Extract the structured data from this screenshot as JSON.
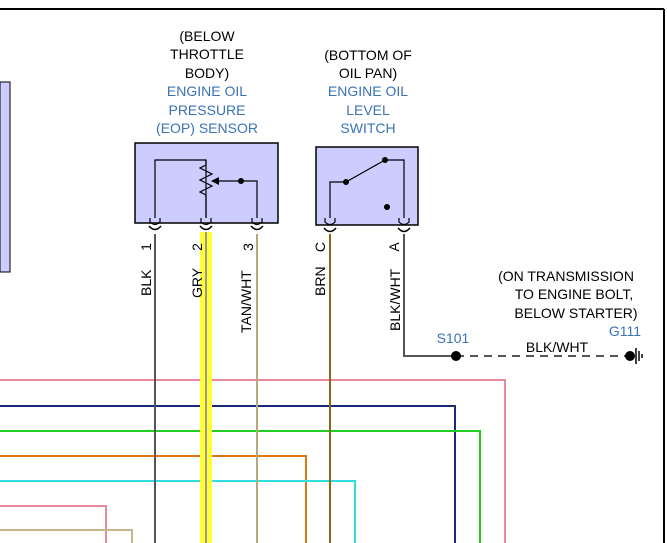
{
  "eop_sensor": {
    "location": [
      "(BELOW",
      "THROTTLE",
      "BODY)"
    ],
    "name": [
      "ENGINE OIL",
      "PRESSURE",
      "(EOP) SENSOR"
    ],
    "pins": [
      "1",
      "2",
      "3"
    ],
    "wires": [
      "BLK",
      "GRY",
      "TAN/WHT"
    ]
  },
  "oil_level_switch": {
    "location": [
      "(BOTTOM OF",
      "OIL PAN)"
    ],
    "name": [
      "ENGINE OIL",
      "LEVEL",
      "SWITCH"
    ],
    "pins": [
      "C",
      "A"
    ],
    "wires": [
      "BRN",
      "BLK/WHT"
    ]
  },
  "splice": {
    "label": "S101",
    "wire": "BLK/WHT"
  },
  "ground": {
    "location": [
      "(ON TRANSMISSION",
      "TO ENGINE BOLT,",
      "BELOW STARTER)"
    ],
    "label": "G111"
  },
  "colors": {
    "frame": "#000000",
    "component_fill": "#ccccff",
    "label_blue": "#3a73b8",
    "blk": "#555555",
    "gry": "#ffff33",
    "tan_wht": "#b9a77e",
    "brn": "#8b6914",
    "blk_wht": "#555555",
    "pink": "#e8889a",
    "navy": "#1a2a7a",
    "green": "#22cc22",
    "orange": "#e07a10",
    "cyan": "#33dddd",
    "tan": "#c8b48c"
  }
}
